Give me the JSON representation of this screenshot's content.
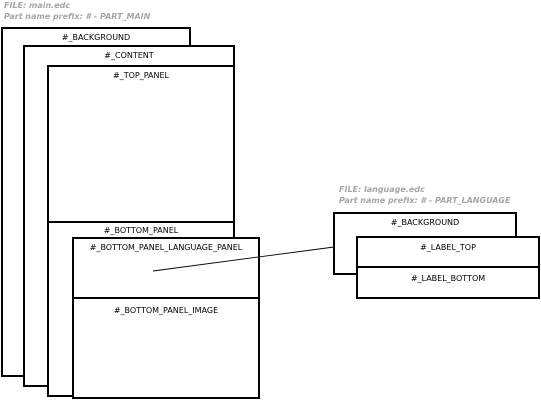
{
  "main_file": {
    "file_label": "FILE: main.edc",
    "prefix_label": "Part name prefix: # - PART_MAIN",
    "parts": {
      "background": "#_BACKGROUND",
      "content": "#_CONTENT",
      "top_panel": "#_TOP_PANEL",
      "bottom_panel": "#_BOTTOM_PANEL",
      "bottom_panel_language_panel": "#_BOTTOM_PANEL_LANGUAGE_PANEL",
      "bottom_panel_image": "#_BOTTOM_PANEL_IMAGE"
    }
  },
  "language_file": {
    "file_label": "FILE: language.edc",
    "prefix_label": "Part name prefix: # - PART_LANGUAGE",
    "parts": {
      "background": "#_BACKGROUND",
      "label_top": "#_LABEL_TOP",
      "label_bottom": "#_LABEL_BOTTOM"
    }
  },
  "colors": {
    "note_text": "#a6a6a6",
    "box_border": "#000000",
    "box_fill": "#ffffff"
  }
}
